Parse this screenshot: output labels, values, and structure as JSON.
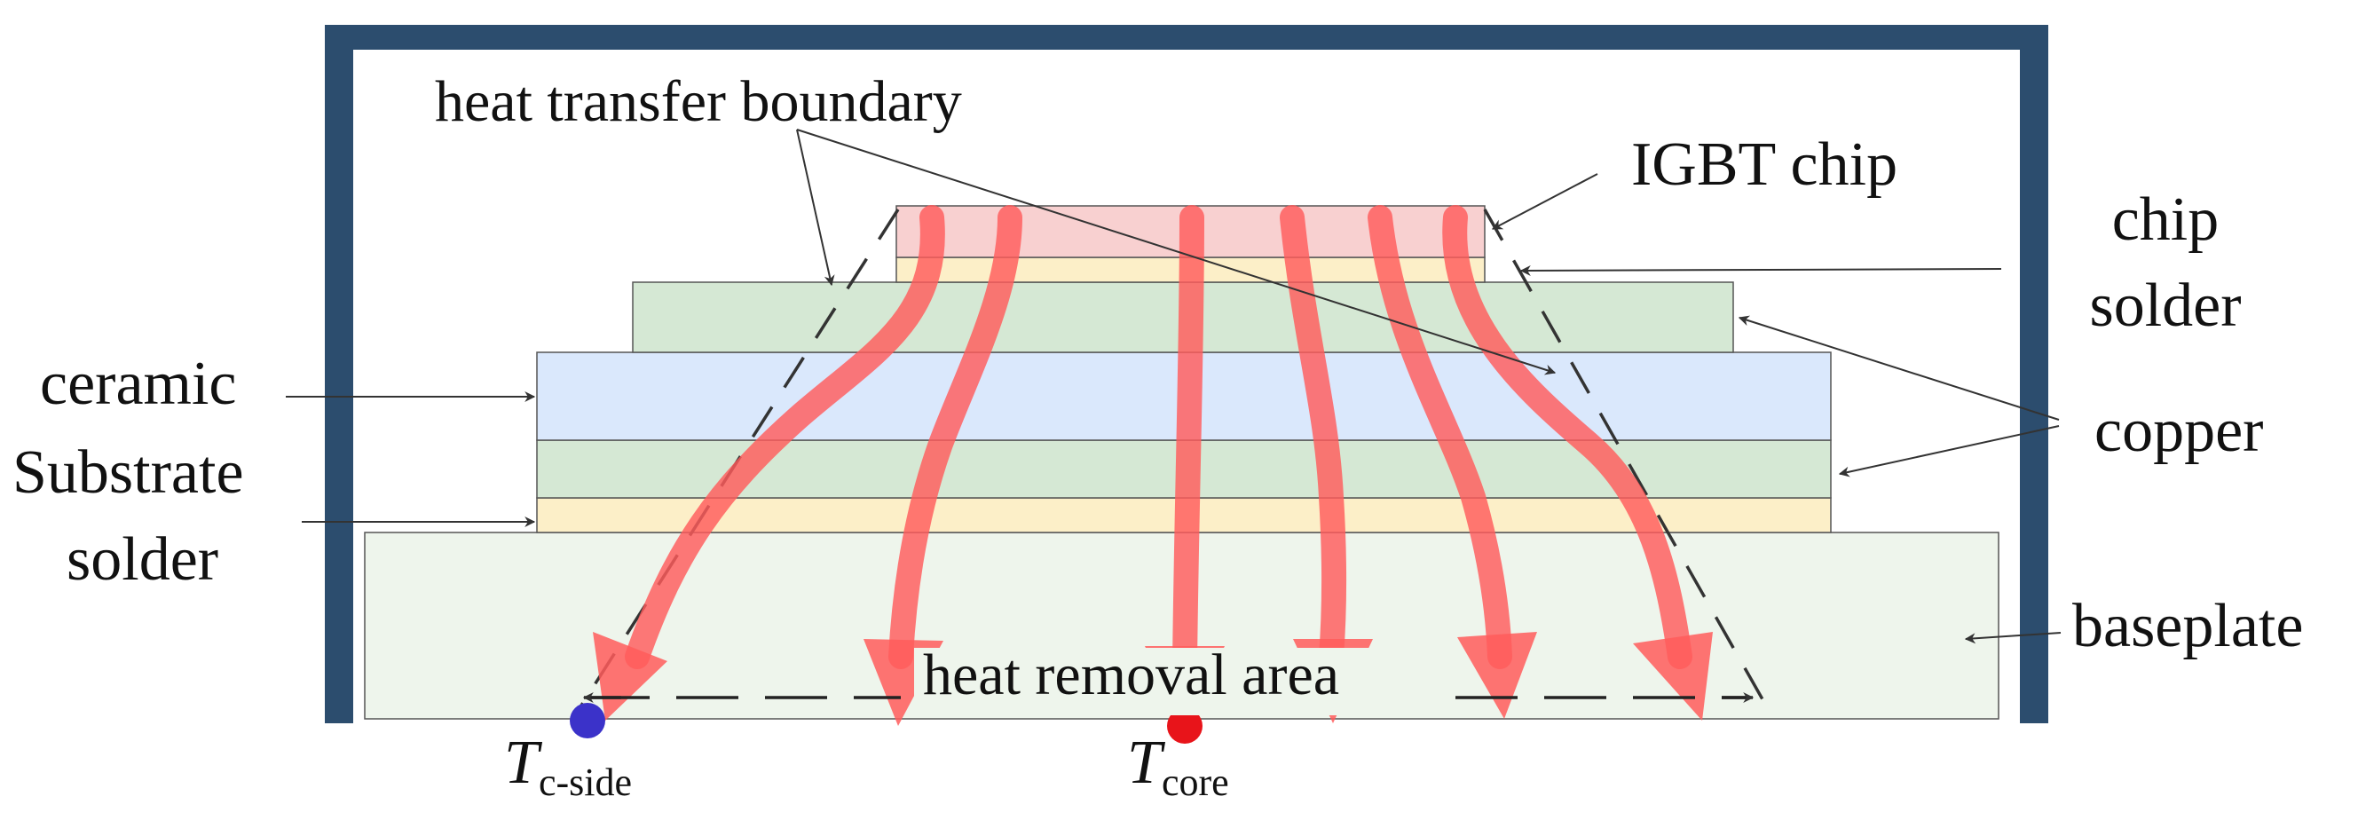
{
  "labels": {
    "heat_transfer_boundary": "heat transfer boundary",
    "igbt_chip": "IGBT chip",
    "chip_line1": "chip",
    "chip_line2": "solder",
    "copper": "copper",
    "ceramic": "ceramic",
    "substrate": "Substrate",
    "solder": "solder",
    "baseplate": "baseplate",
    "heat_removal_area": "heat removal area",
    "t_symbol": "T",
    "tc_side_sub": "c-side",
    "tcore_sub": "core"
  },
  "colors": {
    "frame": "#2c4d6e",
    "chip": "#f8d0d0",
    "solder": "#fcefc8",
    "copper": "#d5e8d4",
    "ceramic": "#dae8fc",
    "baseplate": "#eef5ec",
    "arrow": "#ff5c5c",
    "tc_side_dot": "#3b32c9",
    "tcore_dot": "#e8141a"
  }
}
